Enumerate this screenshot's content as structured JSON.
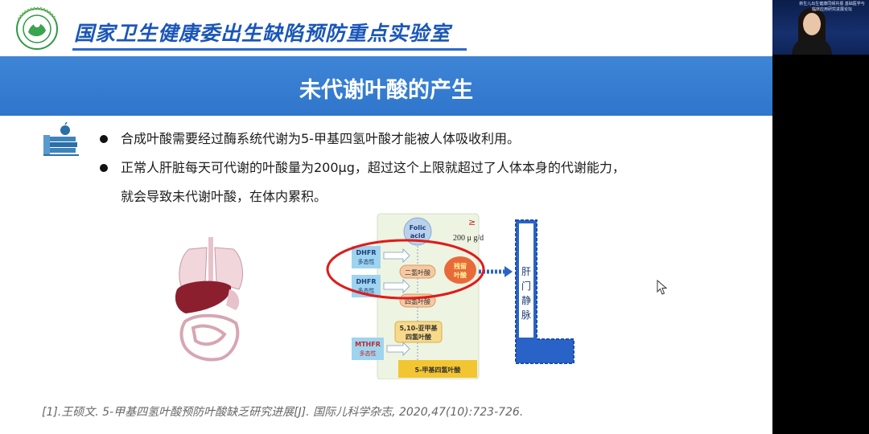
{
  "header": {
    "institution_title": "国家卫生健康委出生缺陷预防重点实验室",
    "logo_ring_text": "河南省人口和计划生育科研院"
  },
  "slide": {
    "title": "未代谢叶酸的产生",
    "bullets": [
      "合成叶酸需要经过酶系统代谢为5-甲基四氢叶酸才能被人体吸收利用。",
      "正常人肝脏每天可代谢的叶酸量为200μg，超过这个上限就超过了人体本身的代谢能力，",
      "就会导致未代谢叶酸，在体内累积。"
    ],
    "reference": "[1].王硕文. 5-甲基四氢叶酸预防叶酸缺乏研究进展[J]. 国际儿科学杂志, 2020,47(10):723-726."
  },
  "diagram": {
    "folic_acid": [
      "Folic",
      "acid"
    ],
    "threshold": "≥",
    "dose": "200 μ g/d",
    "enzymes": [
      {
        "name": "DHFR",
        "sub": "多态性"
      },
      {
        "name": "DHFR",
        "sub": "多态性"
      },
      {
        "name": "MTHFR",
        "sub": "多态性"
      }
    ],
    "steps": [
      "二氢叶酸",
      "四氢叶酸",
      "5,10-亚甲基",
      "四氢叶酸",
      "5-甲基四氢叶酸"
    ],
    "residual": [
      "残留",
      "叶酸"
    ],
    "portal_vein": [
      "肝",
      "门",
      "静",
      "脉"
    ]
  },
  "video": {
    "caption": "新生儿出生健康同频共振 基础医学与临床应用研究进展论坛"
  },
  "colors": {
    "banner": "#3580d2",
    "institution_title": "#1a56b8",
    "enzyme_box": "#9ed4f0",
    "residual": "#e86a3a",
    "highlight_ring": "#e01b1b",
    "portal_vein": "#2a63c8"
  }
}
